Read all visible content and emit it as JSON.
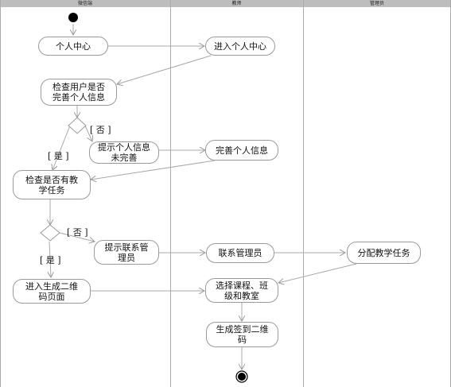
{
  "lanes": [
    "微信端",
    "教师",
    "管理员"
  ],
  "nodes": {
    "personal_center": "个人中心",
    "enter_personal_center": "进入个人中心",
    "check_user_info": "检查用户是否\n完善个人信息",
    "prompt_info": "提示个人信息\n未完善",
    "complete_info": "完善个人信息",
    "check_has_task": "检查是否有教\n学任务",
    "prompt_contact_admin": "提示联系管\n理员",
    "contact_admin": "联系管理员",
    "assign_task": "分配教学任务",
    "enter_qr_page": "进入生成二维\n码页面",
    "select_course": "选择课程、班\n级和教室",
    "generate_qr": "生成签到二维\n码"
  },
  "guards": {
    "no_1": "[ 否 ]",
    "yes_1": "[ 是 ]",
    "no_2": "[ 否 ]",
    "yes_2": "[ 是 ]"
  }
}
